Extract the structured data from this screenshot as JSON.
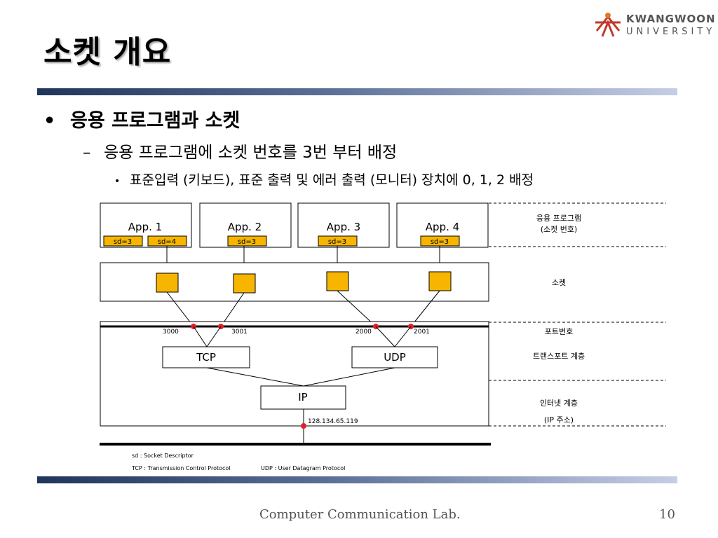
{
  "slide": {
    "title": "소켓 개요",
    "bullet1": "응용 프로그램과 소켓",
    "bullet2": "응용 프로그램에 소켓 번호를 3번 부터 배정",
    "bullet3": "표준입력 (키보드), 표준 출력 및 에러 출력 (모니터) 장치에 0, 1, 2 배정",
    "bullet1_marker": "•",
    "bullet2_marker": "–",
    "bullet3_marker": "•"
  },
  "logo": {
    "line1": "KWANGWOON",
    "line2": "UNIVERSITY"
  },
  "diagram": {
    "apps": [
      {
        "label": "App. 1",
        "sds": [
          "sd=3",
          "sd=4"
        ]
      },
      {
        "label": "App. 2",
        "sds": [
          "sd=3"
        ]
      },
      {
        "label": "App. 3",
        "sds": [
          "sd=3"
        ]
      },
      {
        "label": "App. 4",
        "sds": [
          "sd=3"
        ]
      }
    ],
    "ports": [
      "3000",
      "3001",
      "2000",
      "2001"
    ],
    "tcp": "TCP",
    "udp": "UDP",
    "ip": "IP",
    "ip_address": "128.134.65.119",
    "layers": {
      "app_line1": "응용 프로그램",
      "app_line2": "(소켓 번호)",
      "socket": "소켓",
      "port": "포트번호",
      "transport": "트랜스포트 계층",
      "internet_line1": "인터넷 계층",
      "internet_line2": "(IP 주소)"
    },
    "notes": {
      "sd": "sd : Socket Descriptor",
      "tcp": "TCP : Transmission Control Protocol",
      "udp": "UDP : User Datagram Protocol"
    },
    "colors": {
      "socket_box": "#f7b500",
      "port_dot": "#e0202a",
      "dashed": "#000000"
    }
  },
  "footer": {
    "lab": "Computer Communication Lab.",
    "page": "10"
  }
}
